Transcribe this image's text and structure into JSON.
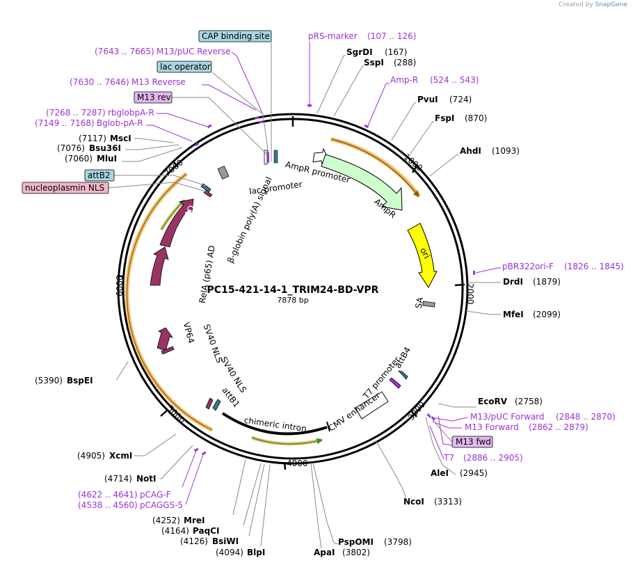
{
  "watermark": {
    "prefix": "Created by",
    "brand": "SnapGene"
  },
  "plasmid": {
    "name": "PC15-421-14-1_TRIM24-BD-VPR",
    "size_label": "7878 bp"
  },
  "ticks": [
    "1000",
    "2000",
    "3000",
    "4000",
    "5000",
    "6000",
    "7000"
  ],
  "sites": [
    {
      "name": "SgrDI",
      "pos": "(167)"
    },
    {
      "name": "SspI",
      "pos": "(288)"
    },
    {
      "name": "PvuI",
      "pos": "(724)"
    },
    {
      "name": "FspI",
      "pos": "(870)"
    },
    {
      "name": "AhdI",
      "pos": "(1093)"
    },
    {
      "name": "DrdI",
      "pos": "(1879)"
    },
    {
      "name": "MfeI",
      "pos": "(2099)"
    },
    {
      "name": "EcoRV",
      "pos": "(2758)"
    },
    {
      "name": "AleI",
      "pos": "(2945)"
    },
    {
      "name": "NcoI",
      "pos": "(3313)"
    },
    {
      "name": "PspOMI",
      "pos": "(3798)"
    },
    {
      "name": "ApaI",
      "pos": "(3802)"
    },
    {
      "name": "BlpI",
      "pos": "(4094)"
    },
    {
      "name": "BsiWI",
      "pos": "(4126)"
    },
    {
      "name": "PaqCI",
      "pos": "(4164)"
    },
    {
      "name": "MreI",
      "pos": "(4252)"
    },
    {
      "name": "NotI",
      "pos": "(4714)"
    },
    {
      "name": "XcmI",
      "pos": "(4905)"
    },
    {
      "name": "BspEI",
      "pos": "(5390)"
    },
    {
      "name": "MluI",
      "pos": "(7060)"
    },
    {
      "name": "Bsu36I",
      "pos": "(7076)"
    },
    {
      "name": "MscI",
      "pos": "(7117)"
    }
  ],
  "primers": [
    {
      "name": "pRS-marker",
      "pos": "(107 .. 126)"
    },
    {
      "name": "Amp-R",
      "pos": "(524 .. 543)"
    },
    {
      "name": "pBR322ori-F",
      "pos": "(1826 .. 1845)"
    },
    {
      "name": "M13/pUC Forward",
      "pos": "(2848 .. 2870)"
    },
    {
      "name": "M13 Forward",
      "pos": "(2862 .. 2879)"
    },
    {
      "name": "T7",
      "pos": "(2886 .. 2905)"
    },
    {
      "name": "pCAG-F",
      "pos": "(4622 .. 4641)"
    },
    {
      "name": "pCAGGS-5",
      "pos": "(4538 .. 4560)"
    },
    {
      "name": "Bglob-pA-R",
      "pos": "(7149 .. 7168)"
    },
    {
      "name": "rbglobpA-R",
      "pos": "(7268 .. 7287)"
    },
    {
      "name": "M13 Reverse",
      "pos": "(7630 .. 7646)"
    },
    {
      "name": "M13/pUC Reverse",
      "pos": "(7643 .. 7665)"
    }
  ],
  "boxes": [
    {
      "label": "CAP binding site",
      "color": "#a8d6e0"
    },
    {
      "label": "lac operator",
      "color": "#a8d6e0"
    },
    {
      "label": "M13 rev",
      "color": "#e2b8f0"
    },
    {
      "label": "attB2",
      "color": "#a8d6e0"
    },
    {
      "label": "nucleoplasmin NLS",
      "color": "#f0b8c8"
    },
    {
      "label": "M13 fwd",
      "color": "#e2b8f0"
    }
  ],
  "features": {
    "lac_promoter": "lac promoter",
    "ampr_promoter": "AmpR promoter",
    "ampr": "AmpR",
    "ori": "ori",
    "sa": "SA",
    "t7_promoter": "T7 promoter",
    "attb4": "attB4",
    "cmv_enhancer": "CMV enhancer",
    "chimeric_intron": "chimeric intron",
    "attb1": "attB1",
    "sv40_nls_1": "SV40 NLS",
    "sv40_nls_2": "SV40 NLS",
    "vp64": "VP64",
    "rela_ad": "RelA (p65) AD",
    "rta_ad": "Rta AD",
    "bglobin_signal": "β-globin poly(A) signal"
  },
  "colors": {
    "backbone": "#000000",
    "primer": "#9b30d9",
    "ampr_fill": "#ccffcc",
    "ori_fill": "#ffff00",
    "effector_fill": "#993366",
    "orf_highlight": "#f4c070",
    "orf_arrow": "#339933"
  }
}
